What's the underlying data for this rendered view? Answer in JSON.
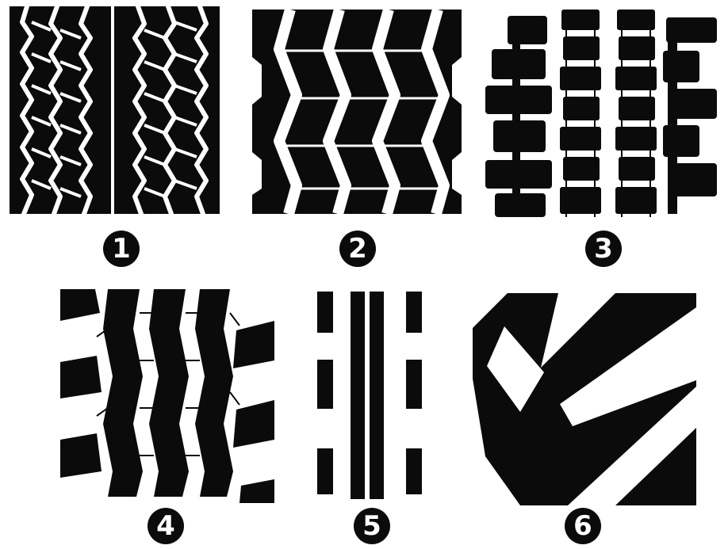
{
  "figure": {
    "colors": {
      "ink": "#0b0b0b",
      "paper": "#ffffff"
    },
    "patterns": [
      {
        "number": "1"
      },
      {
        "number": "2"
      },
      {
        "number": "3"
      },
      {
        "number": "4"
      },
      {
        "number": "5"
      },
      {
        "number": "6"
      }
    ]
  }
}
